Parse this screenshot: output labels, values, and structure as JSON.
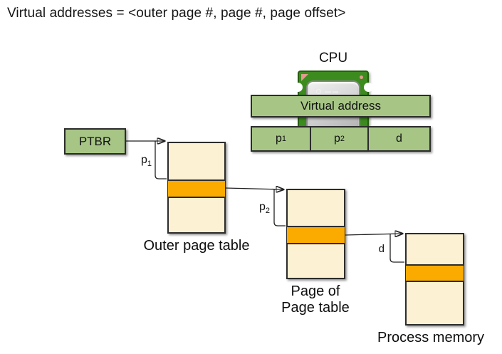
{
  "title": "Virtual addresses = <outer page #, page #, page offset>",
  "cpu": {
    "label": "CPU"
  },
  "virtual_address": {
    "label": "Virtual address"
  },
  "address_fields": [
    {
      "base": "p",
      "sub": "1"
    },
    {
      "base": "p",
      "sub": "2"
    },
    {
      "base": "d",
      "sub": ""
    }
  ],
  "ptbr": {
    "label": "PTBR"
  },
  "arrow_labels": {
    "p1": {
      "base": "p",
      "sub": "1"
    },
    "p2": {
      "base": "p",
      "sub": "2"
    },
    "d": {
      "base": "d",
      "sub": ""
    }
  },
  "tables": [
    {
      "caption_lines": [
        "Outer page table"
      ]
    },
    {
      "caption_lines": [
        "Page of",
        "Page table"
      ]
    },
    {
      "caption_lines": [
        "Process memory"
      ]
    }
  ],
  "colors": {
    "green_box": "#a7c686",
    "table_fill": "#fcf1d2",
    "highlight": "#fbab00",
    "chip_green": "#3c8b1e",
    "accent_pink": "#e59a8e",
    "line": "#222222"
  }
}
